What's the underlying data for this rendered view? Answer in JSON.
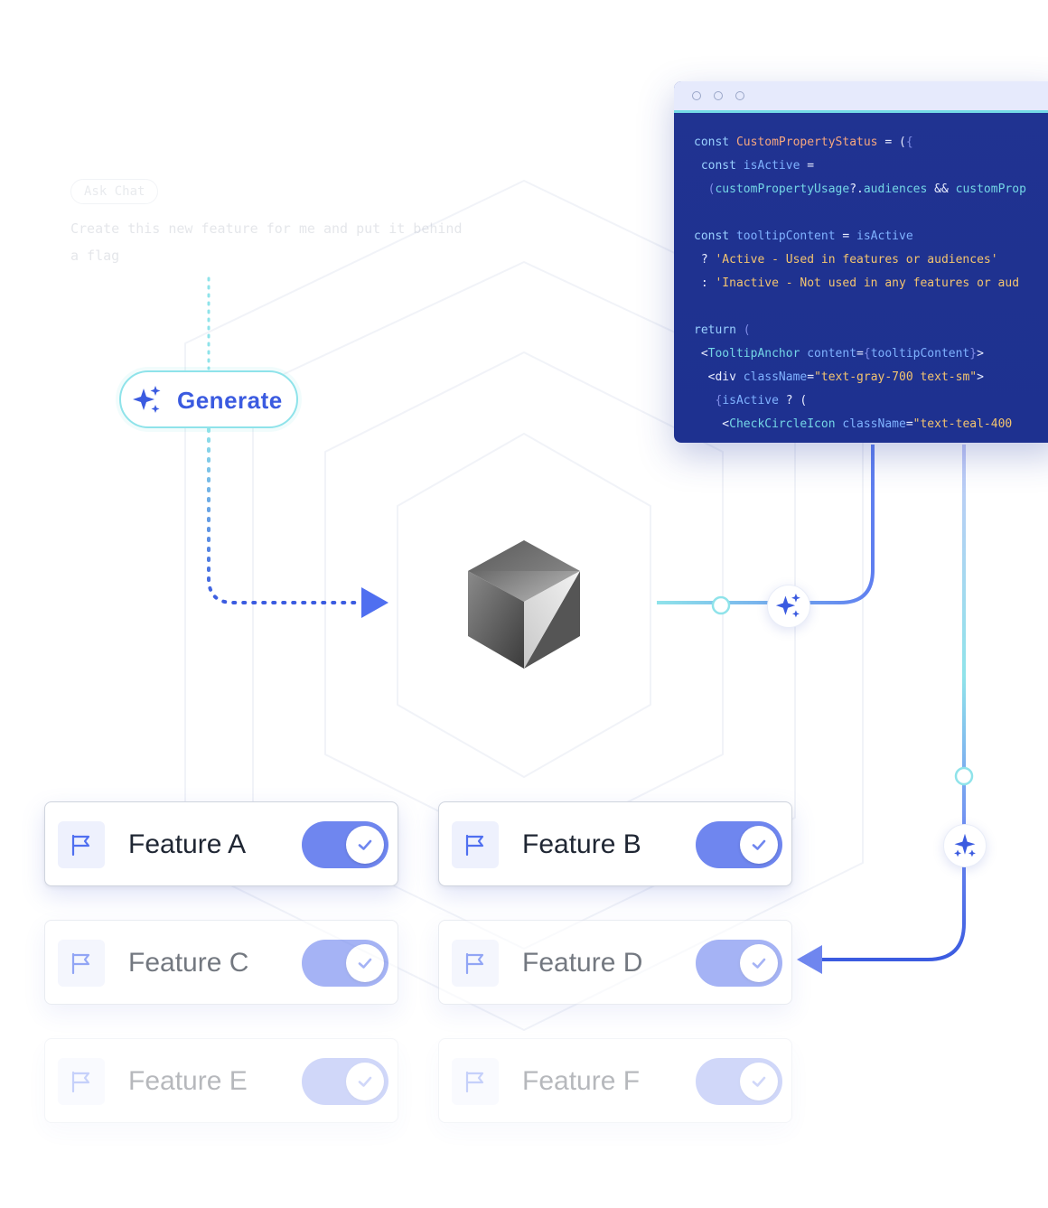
{
  "chat": {
    "badge": "Ask Chat",
    "prompt": "Create this new feature for me and put it behind a flag"
  },
  "generate": {
    "label": "Generate"
  },
  "code": {
    "lines": [
      [
        [
          "k",
          "const "
        ],
        [
          "n",
          "CustomPropertyStatus"
        ],
        [
          "d",
          " = ("
        ],
        [
          "p",
          "{"
        ]
      ],
      [
        [
          "d",
          " "
        ],
        [
          "k",
          "const "
        ],
        [
          "v",
          "isActive"
        ],
        [
          "d",
          " ="
        ]
      ],
      [
        [
          "d",
          "  "
        ],
        [
          "p",
          "("
        ],
        [
          "t",
          "customPropertyUsage"
        ],
        [
          "d",
          "?."
        ],
        [
          "t",
          "audiences"
        ],
        [
          "d",
          " && "
        ],
        [
          "t",
          "customProp"
        ]
      ],
      [
        [
          "d",
          ""
        ]
      ],
      [
        [
          "k",
          "const "
        ],
        [
          "v",
          "tooltipContent"
        ],
        [
          "d",
          " = "
        ],
        [
          "v",
          "isActive"
        ]
      ],
      [
        [
          "d",
          " ? "
        ],
        [
          "s",
          "'Active - Used in features or audiences'"
        ]
      ],
      [
        [
          "d",
          " : "
        ],
        [
          "s",
          "'Inactive - Not used in any features or aud"
        ]
      ],
      [
        [
          "d",
          ""
        ]
      ],
      [
        [
          "k",
          "return "
        ],
        [
          "p",
          "("
        ]
      ],
      [
        [
          "d",
          " <"
        ],
        [
          "t",
          "TooltipAnchor"
        ],
        [
          "d",
          " "
        ],
        [
          "v",
          "content"
        ],
        [
          "d",
          "="
        ],
        [
          "p",
          "{"
        ],
        [
          "v",
          "tooltipContent"
        ],
        [
          "p",
          "}"
        ],
        [
          "d",
          ">"
        ]
      ],
      [
        [
          "d",
          "  <div "
        ],
        [
          "v",
          "className"
        ],
        [
          "d",
          "="
        ],
        [
          "s",
          "\"text-gray-700 text-sm\""
        ],
        [
          "d",
          ">"
        ]
      ],
      [
        [
          "d",
          "   "
        ],
        [
          "p",
          "{"
        ],
        [
          "v",
          "isActive"
        ],
        [
          "d",
          " ? ("
        ]
      ],
      [
        [
          "d",
          "    <"
        ],
        [
          "t",
          "CheckCircleIcon"
        ],
        [
          "d",
          " "
        ],
        [
          "v",
          "className"
        ],
        [
          "d",
          "="
        ],
        [
          "s",
          "\"text-teal-400"
        ]
      ]
    ]
  },
  "features": [
    {
      "name": "Feature A",
      "enabled": true
    },
    {
      "name": "Feature B",
      "enabled": true
    },
    {
      "name": "Feature C",
      "enabled": true
    },
    {
      "name": "Feature D",
      "enabled": true
    },
    {
      "name": "Feature E",
      "enabled": true
    },
    {
      "name": "Feature F",
      "enabled": true
    }
  ],
  "colors": {
    "accent_blue": "#3b5be0",
    "teal": "#8fe3ea",
    "code_bg": "#1e3190",
    "toggle_on": "#6f86ef"
  }
}
